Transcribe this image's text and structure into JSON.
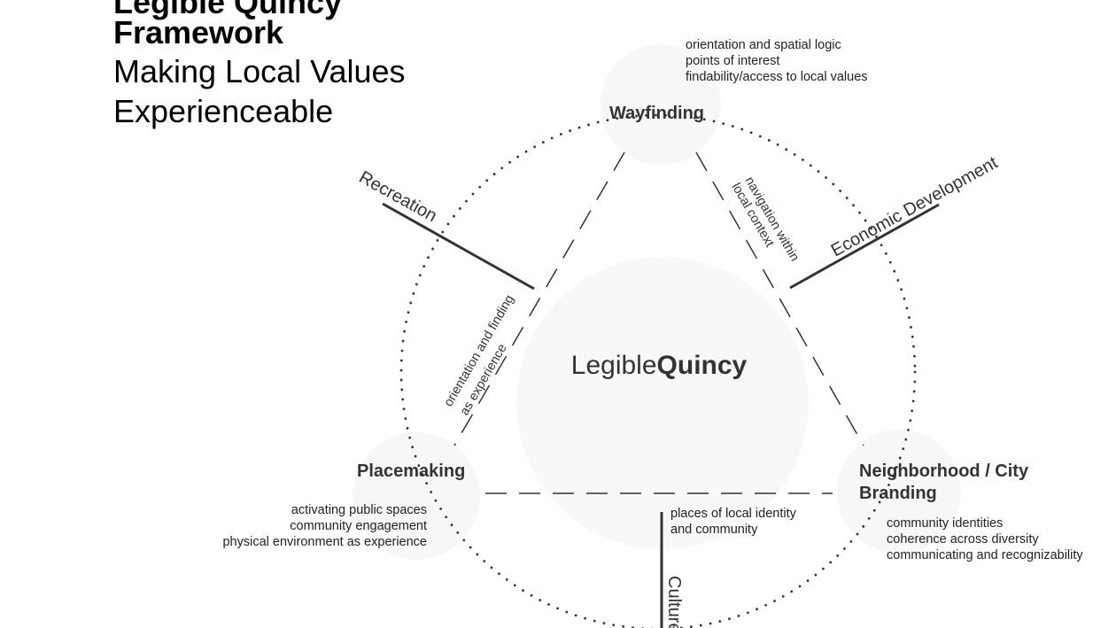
{
  "title": {
    "line1": "Legible Quincy",
    "line2": "Framework",
    "line3": "Making Local Values",
    "line4": "Experienceable"
  },
  "center": {
    "part1": "Legible",
    "part2": "Quincy"
  },
  "nodes": {
    "wayfinding": {
      "label": "Wayfinding",
      "details": [
        "orientation and spatial logic",
        "points of interest",
        "findability/access to local values"
      ]
    },
    "placemaking": {
      "label": "Placemaking",
      "details": [
        "activating public spaces",
        "community engagement",
        "physical environment as experience"
      ]
    },
    "branding": {
      "label_line1": "Neighborhood / City",
      "label_line2": "Branding",
      "details": [
        "community identities",
        "coherence across diversity",
        "communicating and recognizability"
      ]
    }
  },
  "edges": {
    "left": [
      "orientation and finding",
      "as experience"
    ],
    "right": [
      "navigation within",
      "local context"
    ],
    "bottom": [
      "places of local identity",
      "and community"
    ]
  },
  "spokes": {
    "recreation": "Recreation",
    "economic": "Economic Development",
    "culture": "Culture"
  }
}
